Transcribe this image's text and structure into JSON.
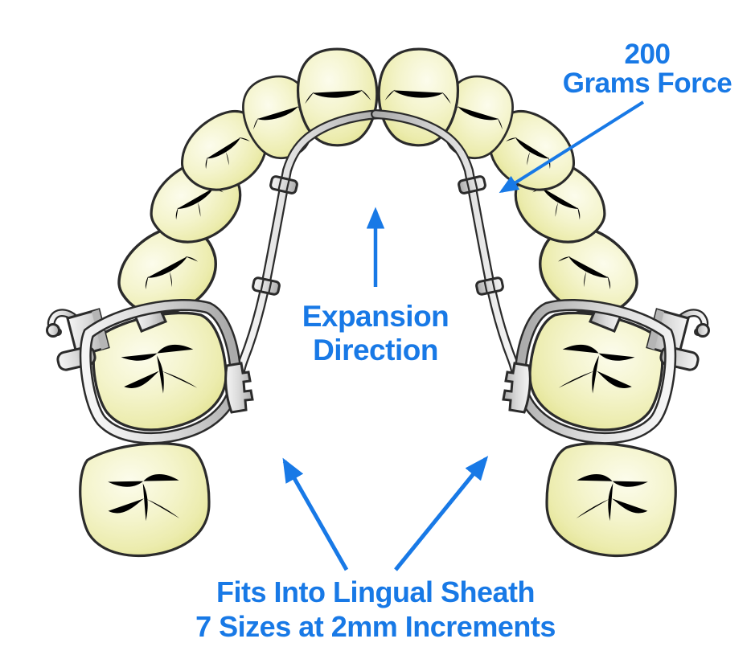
{
  "diagram": {
    "annotations": {
      "force": {
        "line1": "200",
        "line2": "Grams Force"
      },
      "expansion": {
        "line1": "Expansion",
        "line2": "Direction"
      },
      "sheath": {
        "line1": "Fits Into Lingual Sheath",
        "line2": "7 Sizes at 2mm Increments"
      }
    },
    "colors": {
      "annotation_blue": "#1879E6",
      "tooth_fill": "#F4F4CC",
      "tooth_fill_light": "#FCFCEC",
      "tooth_fill_dark": "#E2E28F",
      "tooth_outline": "#2B2B2B",
      "metal_light": "#F5F5F5",
      "metal_mid": "#D9D9D9",
      "metal_dark": "#ABABAB",
      "background": "#FFFFFF"
    }
  }
}
